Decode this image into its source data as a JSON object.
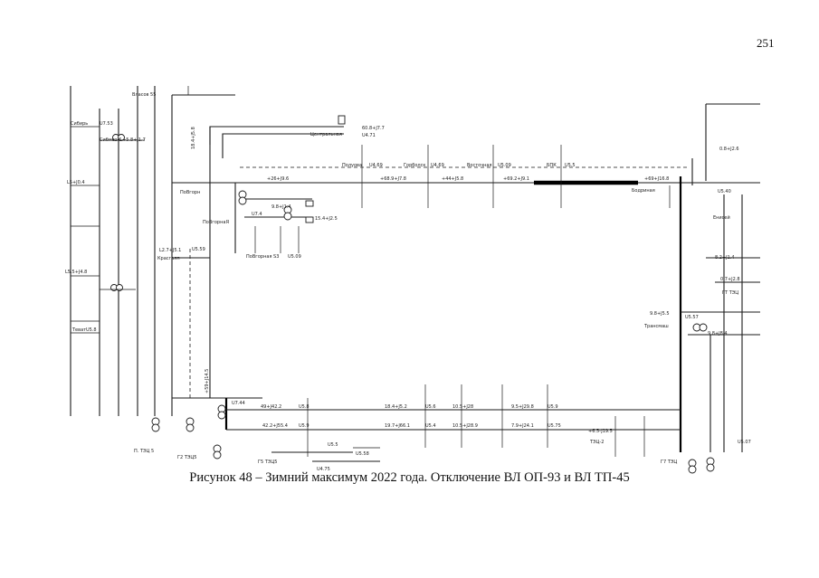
{
  "page_number": "251",
  "caption": "Рисунок 48 – Зимний максимум 2022 года. Отключение ВЛ ОП-93 и ВЛ ТП-45",
  "nodes": [
    {
      "id": "tsentralnaya",
      "name": "Центральная",
      "value": "U4.71",
      "flow": "60.8+J7.7"
    },
    {
      "id": "poluzova",
      "name": "Полуова",
      "value": "U4.69"
    },
    {
      "id": "gorbolsk",
      "name": "Горболск",
      "value": "U4.69"
    },
    {
      "id": "vostochnaya",
      "name": "Восточная",
      "value": "U5.09"
    },
    {
      "id": "bpk",
      "name": "БПК",
      "value": "U5.5"
    },
    {
      "id": "bodrinaya",
      "name": "Бодриная"
    },
    {
      "id": "pobogorn",
      "name": "ПоВгорн"
    },
    {
      "id": "pobogorn2",
      "name": "ПоВгорнаЯ",
      "value": "U7.4"
    },
    {
      "id": "pobogorn3",
      "name": "ПоВгорная S3",
      "value": "U5.09"
    },
    {
      "id": "krasgalp",
      "name": "Красгалп",
      "value": "U5.59"
    },
    {
      "id": "siberia",
      "name": "Сибирь",
      "value": "U7.53"
    },
    {
      "id": "tevat",
      "name": "Теват",
      "value": "U5.8"
    },
    {
      "id": "transmash",
      "name": "Трансмаш",
      "value": "U5.57"
    },
    {
      "id": "enisei",
      "name": "Енисей"
    },
    {
      "id": "gtz",
      "name": "ГТ ТЭЦ"
    },
    {
      "id": "ptez",
      "name": "П. ТЭЦ 5"
    },
    {
      "id": "gtez",
      "name": "Г2 ТЭЦ5"
    },
    {
      "id": "gbtez",
      "name": "Г5 ТЭЦ5"
    },
    {
      "id": "g7",
      "name": "Г7 ТЭЦ"
    },
    {
      "id": "tez2",
      "name": "ТЭЦ-2"
    },
    {
      "id": "vlasov",
      "name": "Власов 55"
    },
    {
      "id": "sibmet",
      "name": "Сибмет 6"
    }
  ],
  "flows": [
    {
      "id": "f1",
      "text": "+26+J9.6"
    },
    {
      "id": "f2",
      "text": "+68.9+J7.8"
    },
    {
      "id": "f3",
      "text": "+44+J5.8"
    },
    {
      "id": "f4",
      "text": "+69.2+J9.1"
    },
    {
      "id": "f5",
      "text": "+69+J16.8"
    },
    {
      "id": "f6",
      "text": "L5+J0.4"
    },
    {
      "id": "f7",
      "text": "L2.7+J5.1"
    },
    {
      "id": "f8",
      "text": "L5.5+J4.8"
    },
    {
      "id": "f9",
      "text": "15.4+J2.5"
    },
    {
      "id": "f10",
      "text": "9.8+J1.4"
    },
    {
      "id": "f11",
      "text": "18.4+J5.8"
    },
    {
      "id": "f12",
      "text": "+59+J14.5"
    },
    {
      "id": "f13",
      "text": "49+J42.2"
    },
    {
      "id": "f14",
      "text": "42.2+J55.4"
    },
    {
      "id": "f15",
      "text": "18.4+J5.2"
    },
    {
      "id": "f16",
      "text": "10.5+J28"
    },
    {
      "id": "f17",
      "text": "9.5+J29.8"
    },
    {
      "id": "f18",
      "text": "19.7+J66.1"
    },
    {
      "id": "f19",
      "text": "10.5+J28.9"
    },
    {
      "id": "f20",
      "text": "7.9+J24.1"
    },
    {
      "id": "f21",
      "text": "+6.5-J19.5"
    },
    {
      "id": "f22",
      "text": "9.8+J5.5"
    },
    {
      "id": "f23",
      "text": "9.8+J8.4"
    },
    {
      "id": "f24",
      "text": "0.8+J2.6"
    },
    {
      "id": "f25",
      "text": "0.7+J2.8"
    },
    {
      "id": "f26",
      "text": "8.2+J1.4"
    },
    {
      "id": "f27",
      "text": "+5.8+J1.7"
    }
  ],
  "bus_labels": [
    {
      "id": "u_right",
      "text": "U5.40"
    },
    {
      "id": "u_bottom_right",
      "text": "U5.07"
    },
    {
      "id": "u_left",
      "text": "U7.44"
    },
    {
      "id": "u_bot1",
      "text": "U5.9"
    },
    {
      "id": "u_bot2",
      "text": "U5.6"
    },
    {
      "id": "u_bot3",
      "text": "U5.9"
    },
    {
      "id": "u_bot4",
      "text": "U5.4"
    },
    {
      "id": "u_bot5",
      "text": "U5.75"
    },
    {
      "id": "u_bot6",
      "text": "U4.75"
    },
    {
      "id": "u_bot7",
      "text": "U5.5"
    },
    {
      "id": "u_bot8",
      "text": "U5.58"
    },
    {
      "id": "u_bot9",
      "text": "U5.8"
    }
  ]
}
